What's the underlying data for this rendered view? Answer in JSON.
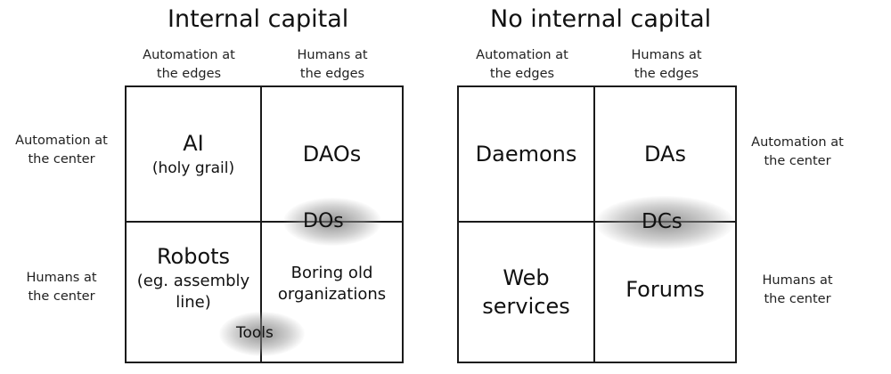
{
  "left": {
    "title": "Internal capital",
    "col_labels": [
      "Automation at\nthe edges",
      "Humans at\nthe edges"
    ],
    "row_labels": [
      "Automation at\nthe center",
      "Humans at\nthe center"
    ],
    "cells": {
      "top_left_main": "AI",
      "top_left_sub": "(holy grail)",
      "top_right": "DAOs",
      "bottom_left_main": "Robots",
      "bottom_left_sub": "(eg. assembly\nline)",
      "bottom_right": "Boring old\norganizations"
    },
    "boundary_labels": {
      "dos": "DOs",
      "tools": "Tools"
    }
  },
  "right": {
    "title": "No internal capital",
    "col_labels": [
      "Automation at\nthe edges",
      "Humans at\nthe edges"
    ],
    "row_labels": [
      "Automation at\nthe center",
      "Humans at\nthe center"
    ],
    "cells": {
      "top_left": "Daemons",
      "top_right": "DAs",
      "bottom_left": "Web\nservices",
      "bottom_right": "Forums"
    },
    "boundary_labels": {
      "dcs": "DCs"
    }
  }
}
